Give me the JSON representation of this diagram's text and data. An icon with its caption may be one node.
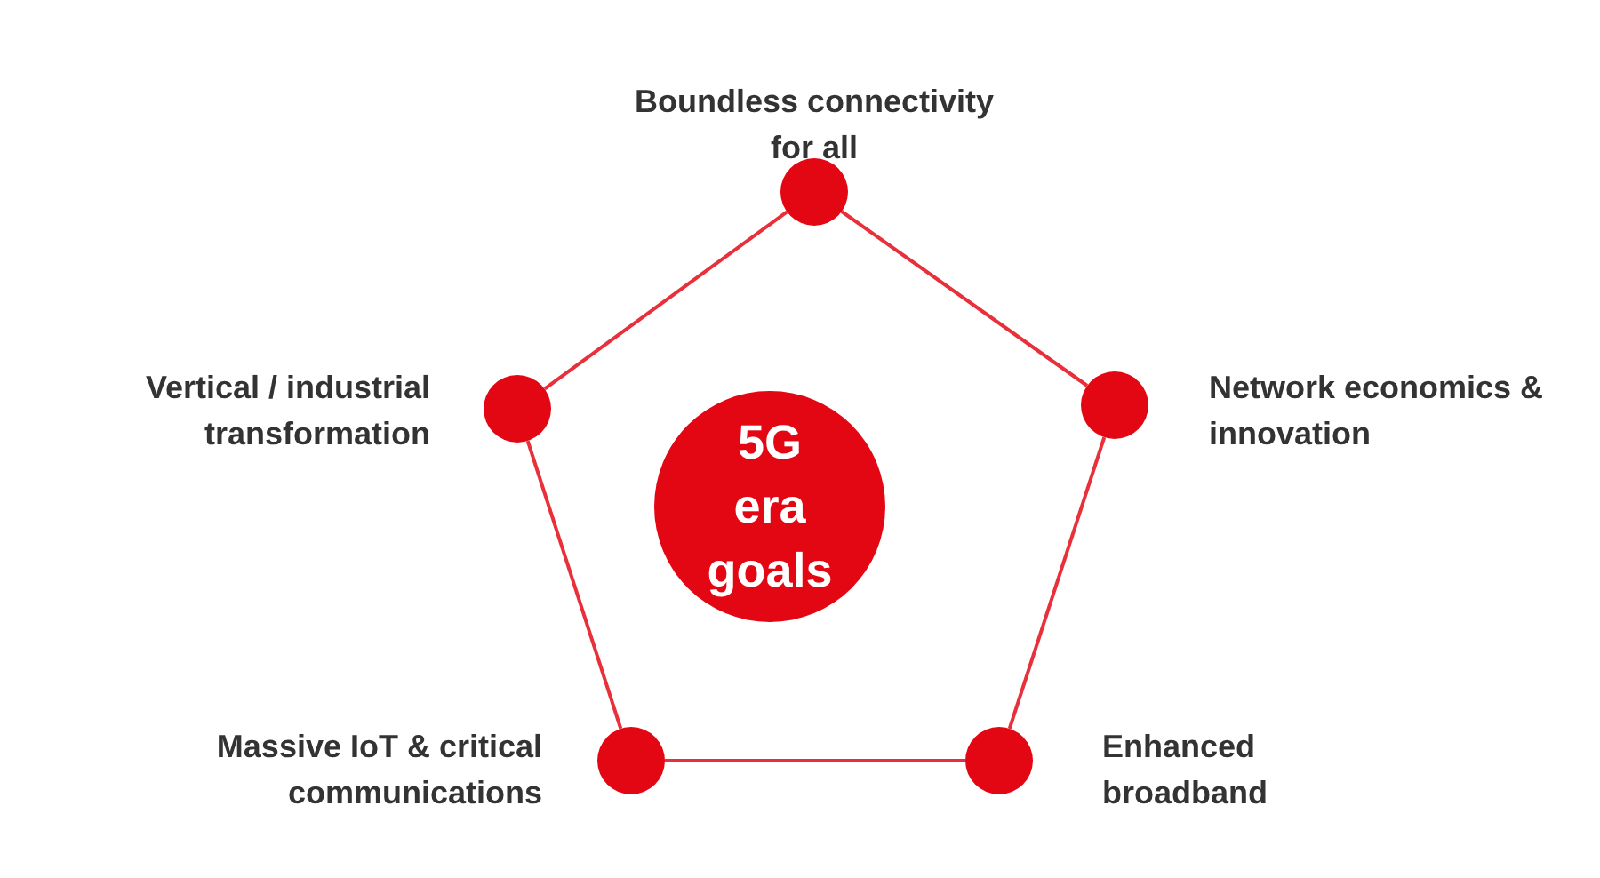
{
  "diagram": {
    "nodes": [
      {
        "text": [
          "5G era goals"
        ]
      },
      {
        "text": [],
        "shape": "circle",
        "beside": [
          "Boundless connectivity for all"
        ]
      },
      {
        "text": [],
        "shape": "circle",
        "beside": [
          "Vertical / industrial transformation"
        ]
      },
      {
        "text": [],
        "shape": "circle",
        "beside": [
          "Network economics & innovation"
        ]
      },
      {
        "text": [],
        "shape": "circle",
        "beside": [
          "Massive IoT & critical communications"
        ]
      },
      {
        "text": [],
        "shape": "circle",
        "beside": [
          "Enhanced broadband"
        ]
      }
    ],
    "edges": [
      {
        "from": 1,
        "to": 3,
        "arrow": "none"
      },
      {
        "from": 3,
        "to": 5,
        "arrow": "none"
      },
      {
        "from": 5,
        "to": 4,
        "arrow": "none"
      },
      {
        "from": 4,
        "to": 2,
        "arrow": "none"
      },
      {
        "from": 2,
        "to": 1,
        "arrow": "none"
      }
    ]
  }
}
